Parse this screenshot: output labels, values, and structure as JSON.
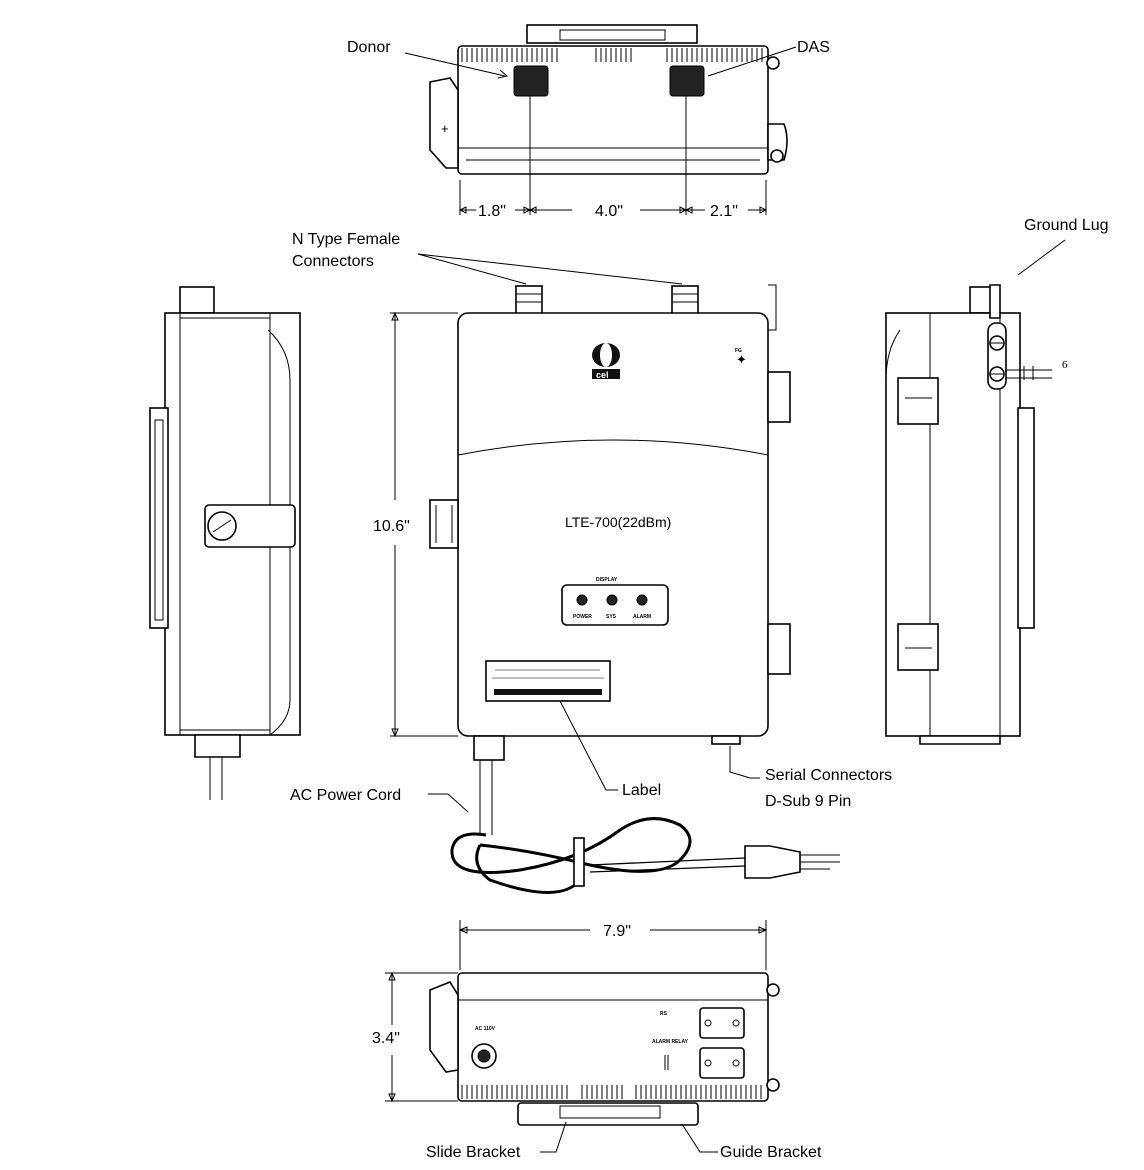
{
  "labels": {
    "donor": "Donor",
    "das": "DAS",
    "n_type_1": "N Type Female",
    "n_type_2": "Connectors",
    "ground_lug": "Ground Lug",
    "ac_power_cord": "AC Power Cord",
    "label": "Label",
    "serial_1": "Serial Connectors",
    "serial_2": "D-Sub 9 Pin",
    "slide_bracket": "Slide Bracket",
    "guide_bracket": "Guide Bracket",
    "model": "LTE-700(22dBm)",
    "display": "DISPLAY",
    "led_power": "POWER",
    "led_sys": "SYS",
    "led_alarm": "ALARM",
    "rs": "RS",
    "alarm_relay": "ALARM RELAY",
    "ac_in": "AC 110V"
  },
  "dimensions": {
    "top_left": "1.8\"",
    "top_mid": "4.0\"",
    "top_right": "2.1\"",
    "height": "10.6\"",
    "width": "7.9\"",
    "depth": "3.4\"",
    "lug_spacing": "6"
  }
}
